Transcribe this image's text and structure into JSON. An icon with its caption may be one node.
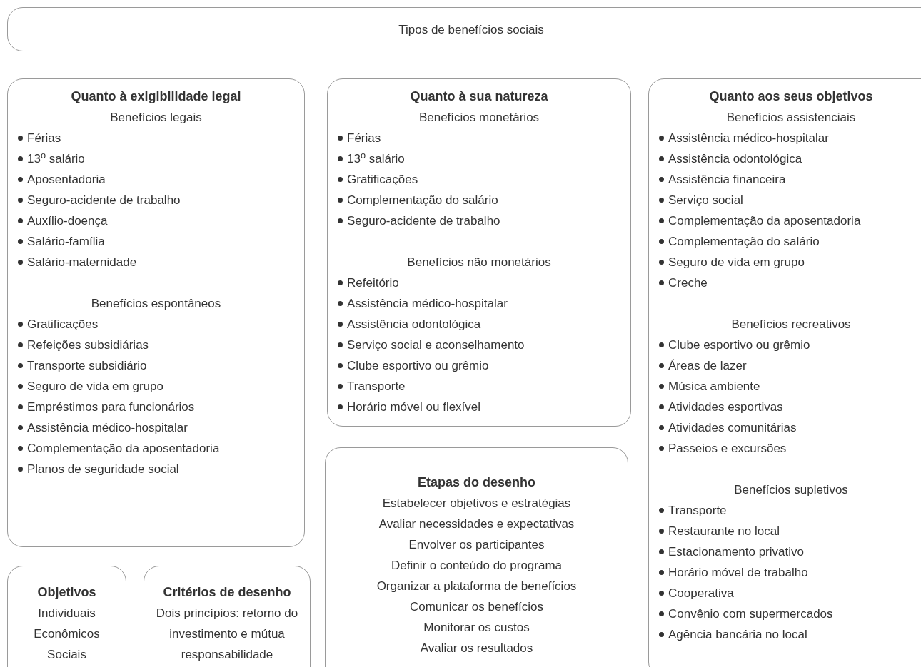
{
  "diagram": {
    "nodes": [
      {
        "text": [
          "Tipos de benefícios sociais"
        ]
      },
      {
        "text": [
          "Quanto à exigibilidade legal",
          "Benefícios legais",
          "Férias",
          "13$^{o}$ salário",
          "Aposentadoria",
          "Seguro-acidente de trabalho",
          "Auxílio-doença",
          "Salário-família",
          "Salário-maternidade",
          "Benefícios espontâneos",
          "Gratificações",
          "Refeições subsidiárias",
          "Transporte subsidiário",
          "Seguro de vida em grupo",
          "Empréstimos para funcionários",
          "Assistência médico-hospitalar",
          "Complementação da aposentadoria",
          "Planos de seguridade social"
        ]
      },
      {
        "text": [
          "Quanto à sua natureza",
          "Benefícios monetários",
          "Férias",
          "13$^{o}$ salário",
          "Gratificações",
          "Complementação do salário",
          "Seguro-acidente de trabalho",
          "Benefícios não monetários",
          "Refeitório",
          "Assistência médico-hospitalar",
          "Assistência odontológica",
          "Serviço social e aconselhamento",
          "Clube esportivo ou grêmio",
          "Transporte",
          "Horário móvel ou flexível"
        ]
      },
      {
        "text": [
          "Quanto aos seus objetivos",
          "Benefícios assistenciais",
          "Assistência médico-hospitalar",
          "Assistência odontológica",
          "Assistência financeira",
          "Serviço social",
          "Complementação da aposentadoria",
          "Complementação do salário",
          "Seguro de vida em grupo",
          "Creche",
          "Benefícios recreativos",
          "Clube esportivo ou grêmio",
          "Áreas de lazer",
          "Música ambiente",
          "Atividades esportivas",
          "Atividades comunitárias",
          "Passeios e excursões",
          "Benefícios supletivos",
          "Transporte",
          "Restaurante no local",
          "Estacionamento privativo",
          "Horário móvel de trabalho",
          "Cooperativa",
          "Convênio com supermercados",
          "Agência bancária no local"
        ]
      },
      {
        "text": [
          "Etapas do desenho",
          "Estabelecer objetivos e estratégias",
          "Avaliar necessidades e expectativas",
          "Envolver os participantes",
          "Definir o conteúdo do programa",
          "Organizar a plataforma de benefícios",
          "Comunicar os benefícios",
          "Monitorar os custos",
          "Avaliar os resultados"
        ]
      },
      {
        "text": [
          "Objetivos",
          "Individuais",
          "Econômicos",
          "Sociais"
        ]
      },
      {
        "text": [
          "Critérios de desenho",
          "Dois princípios: retorno do investimento e mútua responsabilidade"
        ]
      }
    ]
  }
}
